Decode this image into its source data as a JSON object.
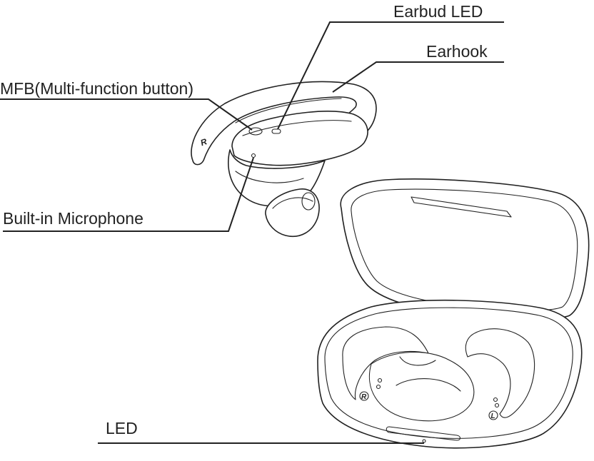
{
  "labels": {
    "earbud_led": "Earbud LED",
    "earhook": "Earhook",
    "mfb": "MFB(Multi-function button)",
    "microphone": "Built-in Microphone",
    "case_led": "LED"
  },
  "markings": {
    "earbud_side": "R",
    "case_right": "R",
    "case_left": "L"
  }
}
